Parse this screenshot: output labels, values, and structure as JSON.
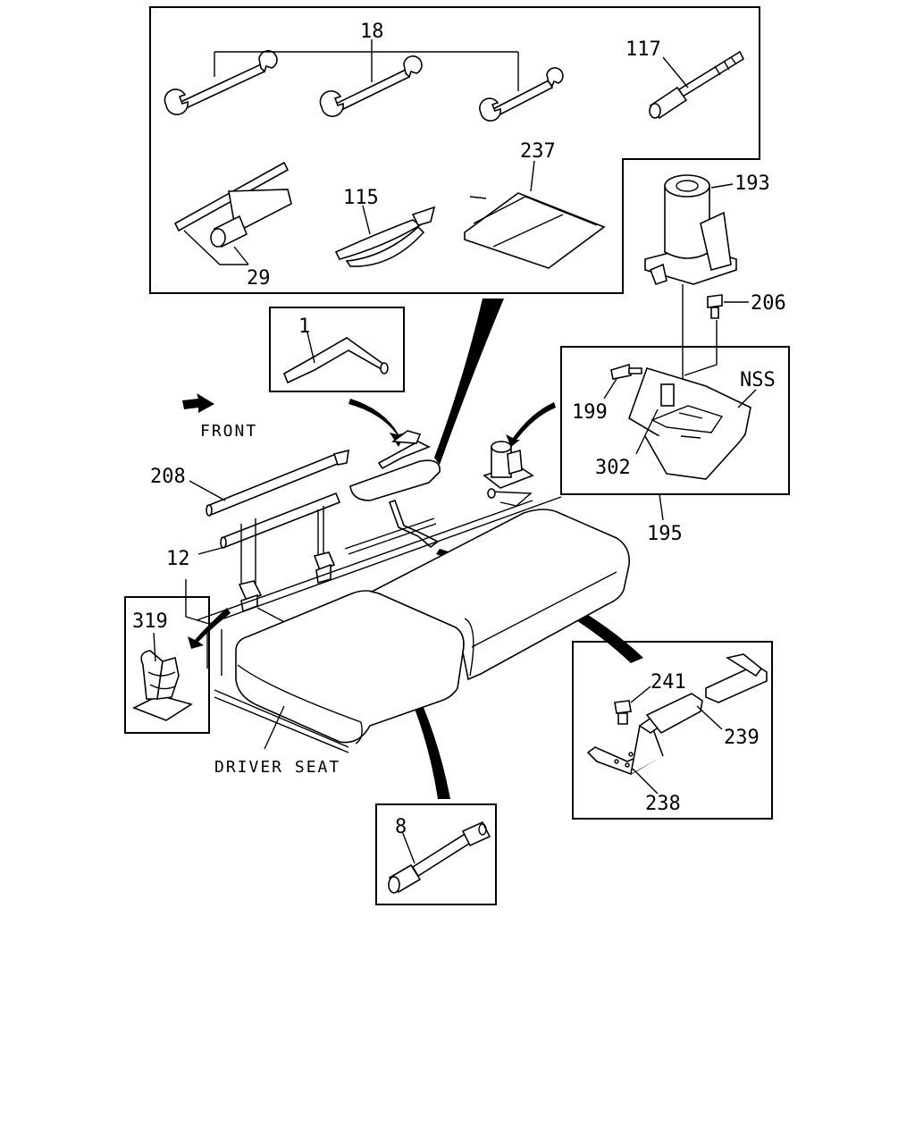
{
  "labels": {
    "p18": "18",
    "p117": "117",
    "p237": "237",
    "p193": "193",
    "p115": "115",
    "p29": "29",
    "p206": "206",
    "p1": "1",
    "nss": "NSS",
    "p199": "199",
    "p302": "302",
    "p195": "195",
    "p208": "208",
    "p12": "12",
    "p319": "319",
    "p241": "241",
    "p239": "239",
    "p238": "238",
    "p8": "8"
  },
  "captions": {
    "front": "FRONT",
    "driver_seat": "DRIVER SEAT"
  }
}
